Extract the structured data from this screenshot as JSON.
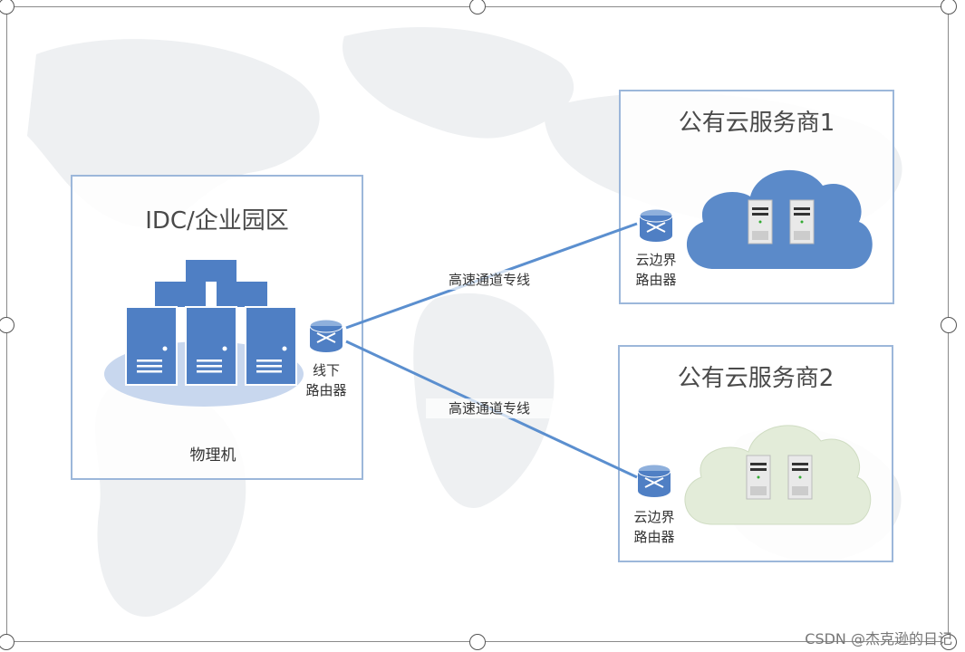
{
  "idc": {
    "title": "IDC/企业园区",
    "physical_label": "物理机",
    "router_label_line1": "线下",
    "router_label_line2": "路由器"
  },
  "links": [
    {
      "label": "高速通道专线"
    },
    {
      "label": "高速通道专线"
    }
  ],
  "providers": [
    {
      "title": "公有云服务商1",
      "router_line1": "云边界",
      "router_line2": "路由器",
      "cloud_color": "#5b8ac9"
    },
    {
      "title": "公有云服务商2",
      "router_line1": "云边界",
      "router_line2": "路由器",
      "cloud_color": "#e3ecd9"
    }
  ],
  "watermark": "CSDN @杰克逊的日记",
  "colors": {
    "accent": "#4a7cc0",
    "border": "#9cb7da",
    "line": "#5b8fcf"
  }
}
